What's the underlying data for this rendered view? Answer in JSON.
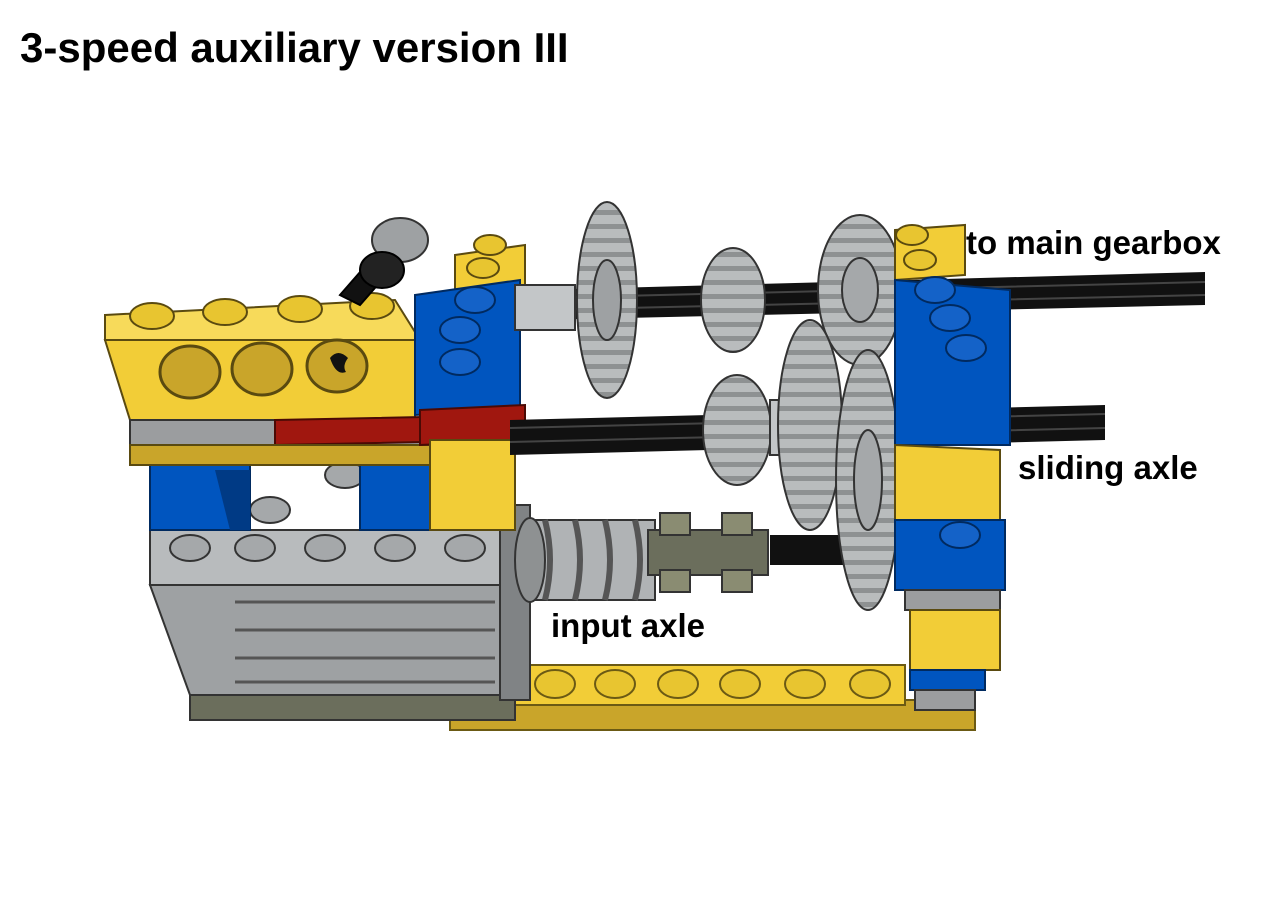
{
  "title": "3-speed auxiliary version III",
  "labels": {
    "to_main_gearbox": "to main gearbox",
    "sliding_axle": "sliding axle",
    "input_axle": "input axle"
  },
  "colors": {
    "yellow": "#f2cd37",
    "yellow_shade": "#c9a52a",
    "blue": "#0055bf",
    "red": "#a0170f",
    "gray": "#a0a5a9",
    "dark_gray": "#6b6e5c",
    "black": "#111111"
  }
}
